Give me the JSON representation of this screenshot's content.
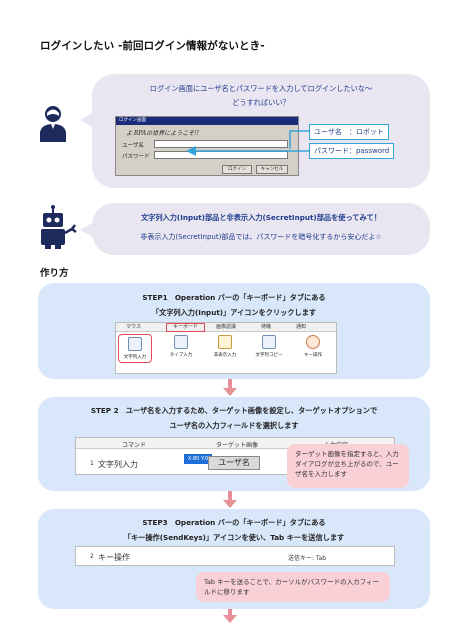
{
  "title": "ログインしたい -前回ログイン情報がないとき-",
  "question": {
    "line1": "ログイン画面にユーザ名とパスワードを入力してログインしたいな～",
    "line2": "どうすればいい？"
  },
  "login_dialog": {
    "titlebar": "ログイン画面",
    "welcome": "よ RPAの世界にようこそ!!",
    "username_label": "ユーザ名",
    "password_label": "パスワード",
    "login_button": "ログイン",
    "cancel_button": "キャンセル"
  },
  "callouts": {
    "username": "ユーザ名　：ロボット",
    "password": "パスワード：password"
  },
  "robot": {
    "line1": "文字列入力(Input)部品と非表示入力(SecretInput)部品を使ってみて！",
    "line2": "非表示入力(SecretInput)部品では、パスワードを暗号化するから安心だよ☆"
  },
  "section_title": "作り方",
  "step1": {
    "line1": "STEP1　Operation バーの「キーボード」タブにある",
    "line2": "「文字列入力(Input)」アイコンをクリックします",
    "tabs": [
      "マウス",
      "キーボード",
      "画像認識",
      "待機",
      "通知"
    ],
    "tools": [
      "文字列入力",
      "タイプ入力",
      "非表示入力",
      "文字列コピー",
      "キー操作"
    ]
  },
  "step2": {
    "line1": "STEP 2　ユーザ名を入力するため、ターゲット画像を設定し、ターゲットオプションで",
    "line2": "ユーザ名の入力フィールドを選択します",
    "headers": [
      "コマンド",
      "ターゲット画像",
      "入力内容"
    ],
    "row_num": "1",
    "row_command": "文字列入力",
    "target_offset": "X:80 Y:0",
    "target_label": "ユーザ名",
    "note": "ターゲット画像を指定すると、入力ダイアログが立ち上がるので、ユーザ名を入力します"
  },
  "step3": {
    "line1": "STEP3　Operation バーの「キーボード」タブにある",
    "line2": "「キー操作(SendKeys)」アイコンを使い、Tab キーを送信します",
    "row_num": "2",
    "row_command": "キー操作",
    "row_value": "送信キー: Tab",
    "note": "Tab キーを送ることで、カーソルがパスワードの入カフィールドに移ります"
  },
  "colors": {
    "bubble": "#e9e6f2",
    "step_bg": "#d9e7fa",
    "accent_blue": "#33a5d8",
    "highlight_red": "#e04a5a",
    "arrow_pink": "#e8909a",
    "note_pink": "#f8d0d6"
  }
}
